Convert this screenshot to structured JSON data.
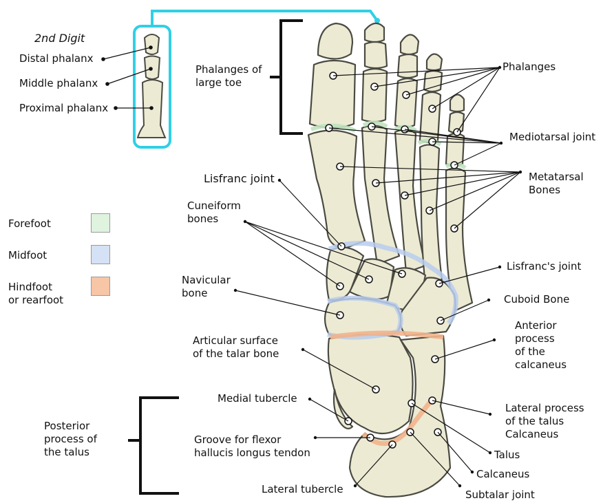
{
  "colors": {
    "bone_fill": "#ecead3",
    "bone_stroke": "#4a4a42",
    "forefoot": "#dff3df",
    "midfoot": "#d5e1f4",
    "hindfoot": "#f6c6a6",
    "callout": "#2fd0e6",
    "bracket": "#111111"
  },
  "inset": {
    "title": "2nd Digit",
    "labels": [
      "Distal phalanx",
      "Middle phalanx",
      "Proximal phalanx"
    ]
  },
  "legend": [
    {
      "label": "Forefoot",
      "color_key": "forefoot"
    },
    {
      "label": "Midfoot",
      "color_key": "midfoot"
    },
    {
      "label": "Hindfoot\nor rearfoot",
      "color_key": "hindfoot"
    }
  ],
  "labels": {
    "phalanges_large_toe": "Phalanges of\nlarge toe",
    "phalanges": "Phalanges",
    "mediotarsal_joint": "Mediotarsal joint",
    "metatarsal_bones": "Metatarsal\nBones",
    "lisfranc_joint_left": "Lisfranc joint",
    "cuneiform_bones": "Cuneiform\nbones",
    "lisfranc_joint_right": "Lisfranc's joint",
    "navicular_bone": "Navicular\nbone",
    "cuboid_bone": "Cuboid Bone",
    "anterior_process": "Anterior\nprocess\nof the\ncalcaneus",
    "articular_surface": "Articular surface\nof the talar bone",
    "medial_tubercle": "Medial tubercle",
    "lateral_process": "Lateral process\nof the talus\nCalcaneus",
    "posterior_process": "Posterior\nprocess of\nthe talus",
    "groove_flexor": "Groove for flexor\nhallucis longus tendon",
    "talus": "Talus",
    "calcaneus": "Calcaneus",
    "lateral_tubercle": "Lateral tubercle",
    "subtalar_joint": "Subtalar joint"
  }
}
